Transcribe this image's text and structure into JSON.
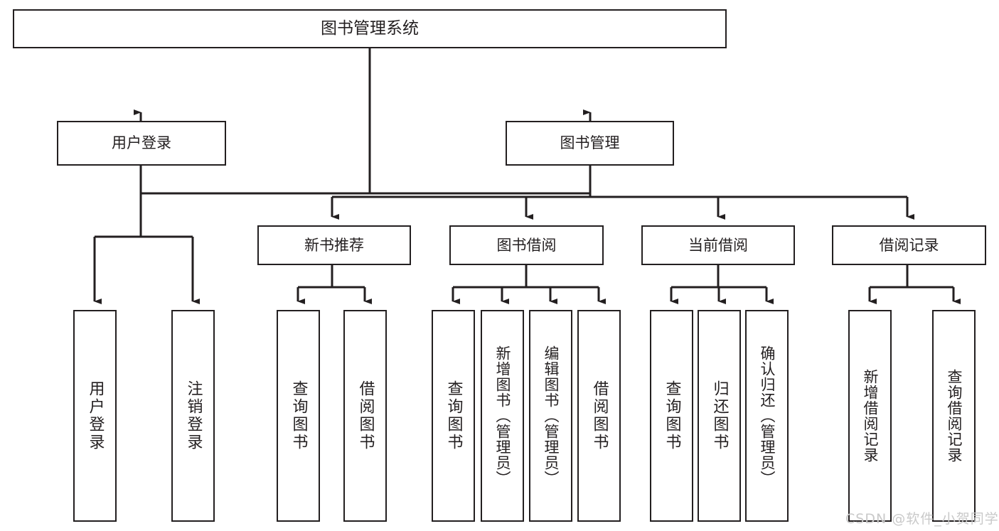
{
  "diagram": {
    "type": "tree-hierarchy-chart",
    "title": "图书管理系统",
    "line_color": "#231f20",
    "box_fill": "#ffffff",
    "background": "#ffffff",
    "root": {
      "label": "图书管理系统"
    },
    "level1": [
      {
        "label": "用户登录"
      },
      {
        "label": "图书管理"
      }
    ],
    "level2": [
      {
        "label": "新书推荐"
      },
      {
        "label": "图书借阅"
      },
      {
        "label": "当前借阅"
      },
      {
        "label": "借阅记录"
      }
    ],
    "leaves": {
      "user_login": [
        {
          "label": "用户登录"
        },
        {
          "label": "注销登录"
        }
      ],
      "new_book_recommend": [
        {
          "label": "查询图书"
        },
        {
          "label": "借阅图书"
        }
      ],
      "book_borrow": [
        {
          "label": "查询图书"
        },
        {
          "label": "新增图书（管理员）"
        },
        {
          "label": "编辑图书（管理员）"
        },
        {
          "label": "借阅图书"
        }
      ],
      "current_borrow": [
        {
          "label": "查询图书"
        },
        {
          "label": "归还图书"
        },
        {
          "label": "确认归还（管理员）"
        }
      ],
      "borrow_record": [
        {
          "label": "新增借阅记录"
        },
        {
          "label": "查询借阅记录"
        }
      ]
    }
  },
  "watermark": {
    "text": "CSDN @软件_小贺同学",
    "color": "#c9c9c9"
  }
}
